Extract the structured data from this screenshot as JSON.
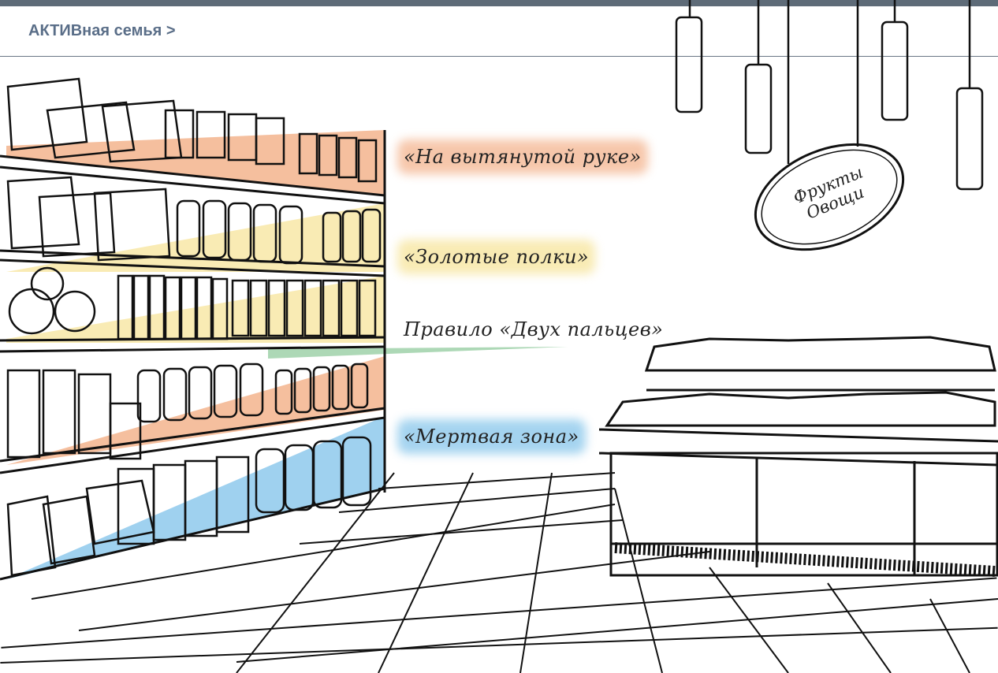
{
  "header": {
    "breadcrumb": "АКТИВная семья >",
    "bar_color": "#5e6b78",
    "text_color": "#5a6e88"
  },
  "shelf_zones": [
    {
      "label": "«На вытянутой руке»",
      "color": "#f2a97e"
    },
    {
      "label": "«Золотые полки»",
      "color": "#f7e6a1"
    },
    {
      "label": "Правило «Двух пальцев»",
      "color": "#9fd1a9"
    },
    {
      "label": "«Мертвая зона»",
      "color": "#8ec9ec"
    }
  ],
  "sign": {
    "line1": "Фрукты",
    "line2": "Овощи"
  },
  "icons": [
    "pendant-lamp-icon",
    "hanging-sign-icon",
    "shelf-rack-icon",
    "produce-stand-icon"
  ]
}
